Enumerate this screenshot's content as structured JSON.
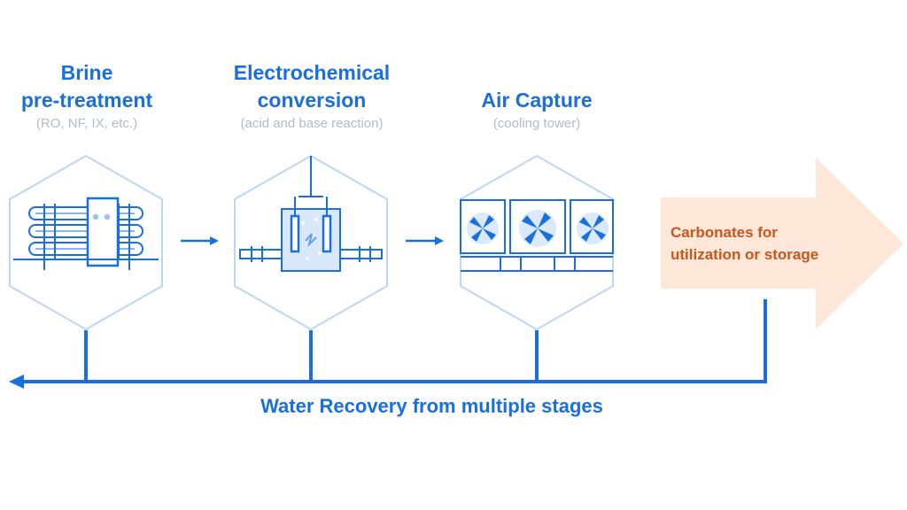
{
  "colors": {
    "primary_blue": "#1a6fe0",
    "light_blue": "#5f9ef0",
    "subtitle_gray": "#b3bbc6",
    "hex_border": "#bcd6f6",
    "arrow_fill": "#fde7d9",
    "output_text": "#c9561b"
  },
  "stages": [
    {
      "title_lines": [
        "Brine",
        "pre-treatment"
      ],
      "subtitle": "(RO, NF, IX, etc.)",
      "icon": "membrane-filter-icon"
    },
    {
      "title_lines": [
        "Electrochemical",
        "conversion"
      ],
      "subtitle": "(acid and base reaction)",
      "icon": "electrochemical-cell-icon"
    },
    {
      "title_lines": [
        "Air Capture"
      ],
      "subtitle": "(cooling tower)",
      "icon": "cooling-fans-icon"
    }
  ],
  "output": {
    "lines": [
      "Carbonates for",
      "utilization or storage"
    ]
  },
  "water_recovery": {
    "label": "Water Recovery from multiple stages"
  }
}
